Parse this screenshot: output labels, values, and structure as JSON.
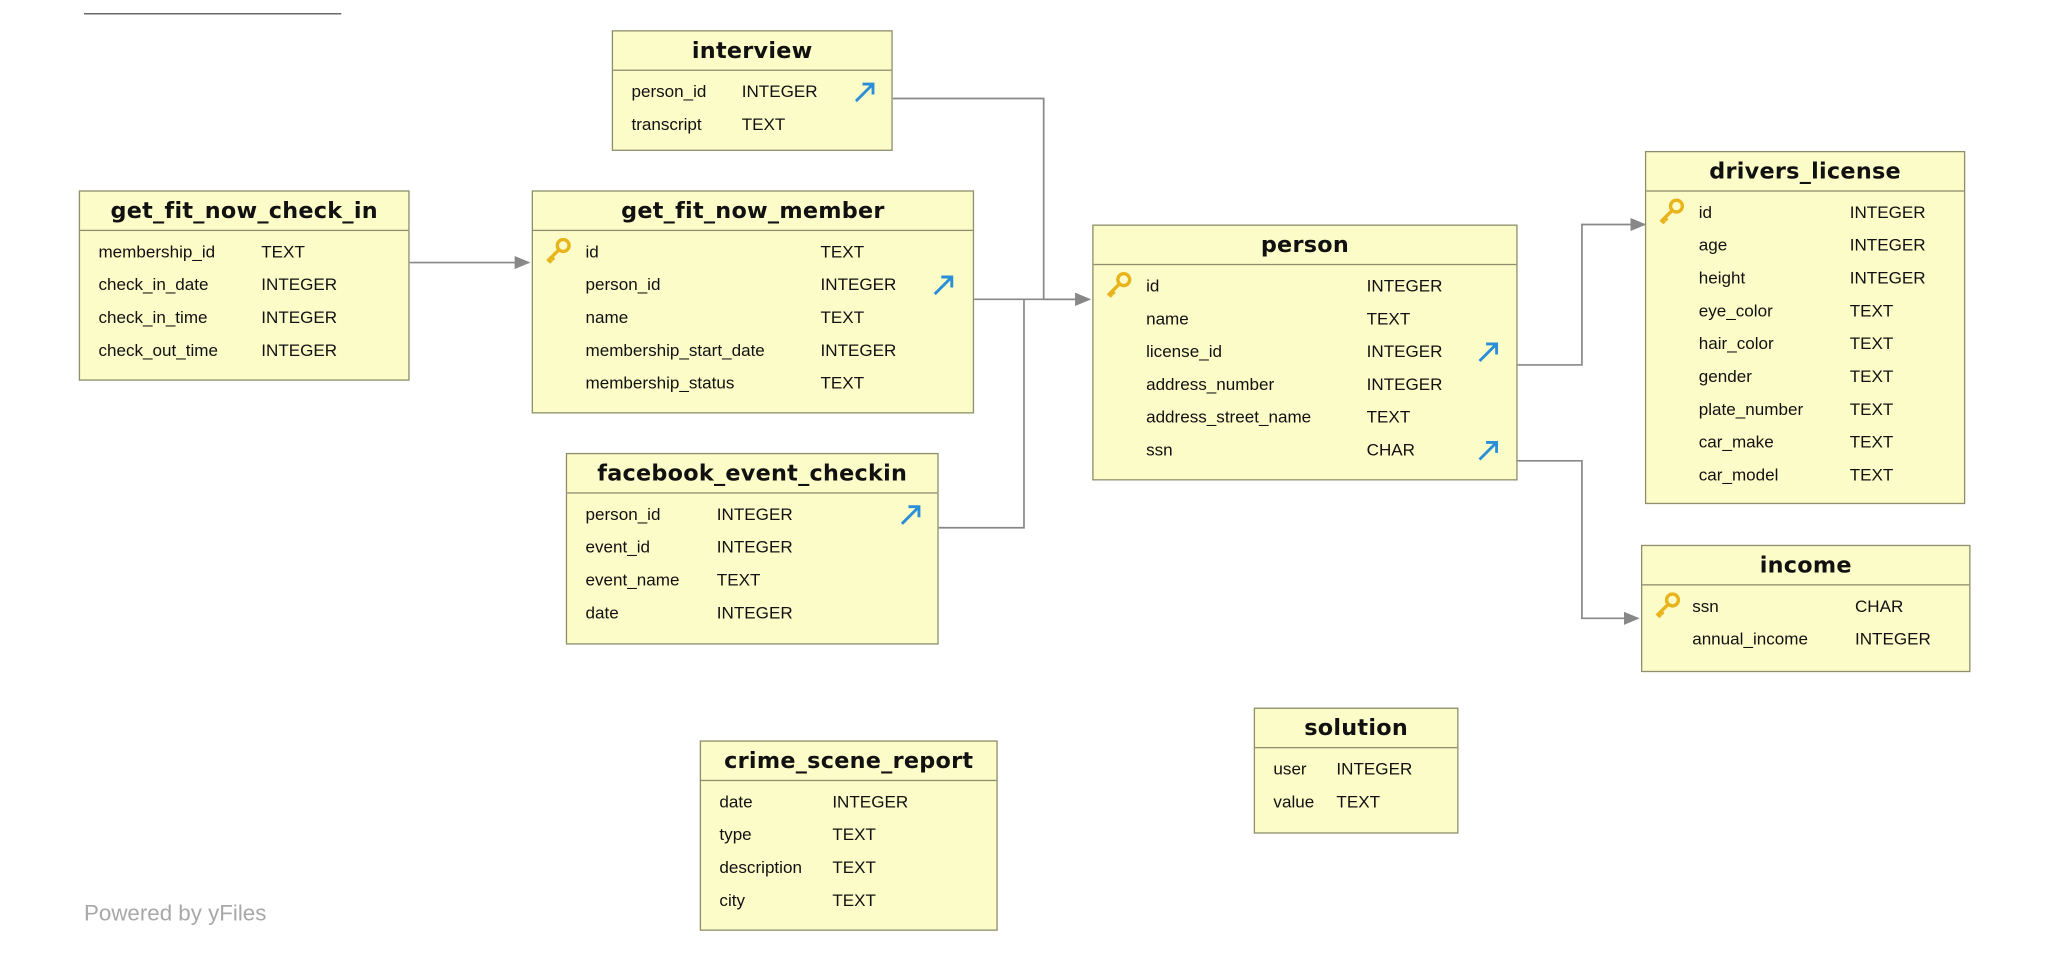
{
  "powered_by": "Powered by yFiles",
  "colors": {
    "table_fill": "#fcfcc9",
    "table_border": "#8f8f6f",
    "edge": "#888888",
    "fk_arrow": "#2a8fd8",
    "key": "#e8b41c"
  },
  "tables": {
    "interview": {
      "title": "interview",
      "rows": [
        {
          "name": "person_id",
          "type": "INTEGER"
        },
        {
          "name": "transcript",
          "type": "TEXT"
        }
      ]
    },
    "get_fit_now_check_in": {
      "title": "get_fit_now_check_in",
      "rows": [
        {
          "name": "membership_id",
          "type": "TEXT"
        },
        {
          "name": "check_in_date",
          "type": "INTEGER"
        },
        {
          "name": "check_in_time",
          "type": "INTEGER"
        },
        {
          "name": "check_out_time",
          "type": "INTEGER"
        }
      ]
    },
    "get_fit_now_member": {
      "title": "get_fit_now_member",
      "rows": [
        {
          "name": "id",
          "type": "TEXT"
        },
        {
          "name": "person_id",
          "type": "INTEGER"
        },
        {
          "name": "name",
          "type": "TEXT"
        },
        {
          "name": "membership_start_date",
          "type": "INTEGER"
        },
        {
          "name": "membership_status",
          "type": "TEXT"
        }
      ]
    },
    "person": {
      "title": "person",
      "rows": [
        {
          "name": "id",
          "type": "INTEGER"
        },
        {
          "name": "name",
          "type": "TEXT"
        },
        {
          "name": "license_id",
          "type": "INTEGER"
        },
        {
          "name": "address_number",
          "type": "INTEGER"
        },
        {
          "name": "address_street_name",
          "type": "TEXT"
        },
        {
          "name": "ssn",
          "type": "CHAR"
        }
      ]
    },
    "drivers_license": {
      "title": "drivers_license",
      "rows": [
        {
          "name": "id",
          "type": "INTEGER"
        },
        {
          "name": "age",
          "type": "INTEGER"
        },
        {
          "name": "height",
          "type": "INTEGER"
        },
        {
          "name": "eye_color",
          "type": "TEXT"
        },
        {
          "name": "hair_color",
          "type": "TEXT"
        },
        {
          "name": "gender",
          "type": "TEXT"
        },
        {
          "name": "plate_number",
          "type": "TEXT"
        },
        {
          "name": "car_make",
          "type": "TEXT"
        },
        {
          "name": "car_model",
          "type": "TEXT"
        }
      ]
    },
    "facebook_event_checkin": {
      "title": "facebook_event_checkin",
      "rows": [
        {
          "name": "person_id",
          "type": "INTEGER"
        },
        {
          "name": "event_id",
          "type": "INTEGER"
        },
        {
          "name": "event_name",
          "type": "TEXT"
        },
        {
          "name": "date",
          "type": "INTEGER"
        }
      ]
    },
    "income": {
      "title": "income",
      "rows": [
        {
          "name": "ssn",
          "type": "CHAR"
        },
        {
          "name": "annual_income",
          "type": "INTEGER"
        }
      ]
    },
    "solution": {
      "title": "solution",
      "rows": [
        {
          "name": "user",
          "type": "INTEGER"
        },
        {
          "name": "value",
          "type": "TEXT"
        }
      ]
    },
    "crime_scene_report": {
      "title": "crime_scene_report",
      "rows": [
        {
          "name": "date",
          "type": "INTEGER"
        },
        {
          "name": "type",
          "type": "TEXT"
        },
        {
          "name": "description",
          "type": "TEXT"
        },
        {
          "name": "city",
          "type": "TEXT"
        }
      ]
    }
  }
}
